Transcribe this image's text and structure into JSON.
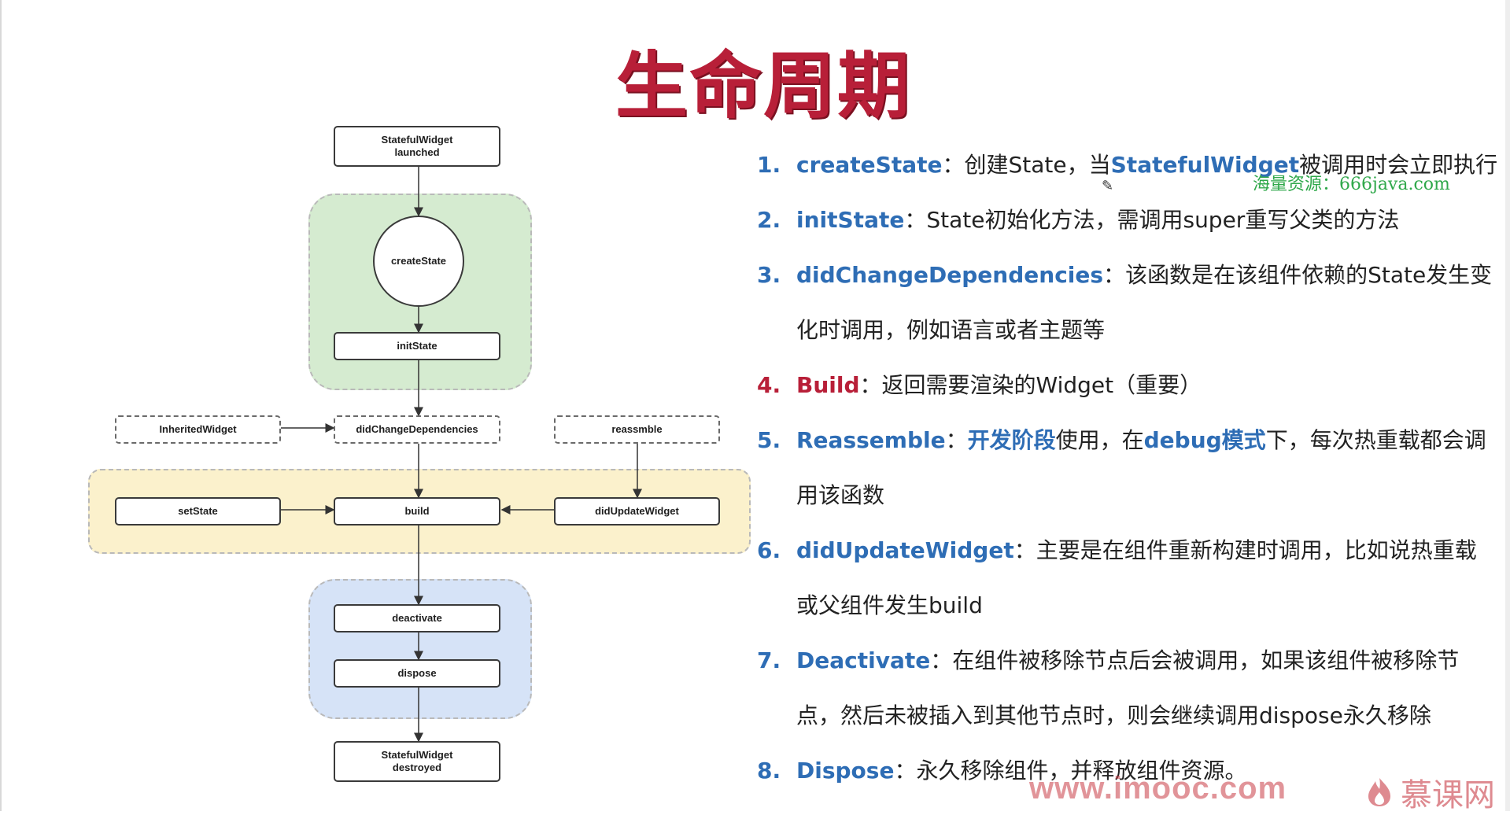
{
  "title": "生命周期",
  "diagram": {
    "nodes": {
      "launched": "StatefulWidget\nlaunched",
      "createState": "createState",
      "initState": "initState",
      "inherited": "InheritedWidget",
      "didChangeDependencies": "didChangeDependencies",
      "reassmble": "reassmble",
      "setState": "setState",
      "build": "build",
      "didUpdateWidget": "didUpdateWidget",
      "deactivate": "deactivate",
      "dispose": "dispose",
      "destroyed": "StatefulWidget\ndestroyed"
    },
    "colors": {
      "green_region": "#d5ebd0",
      "yellow_region": "#fbf1cc",
      "blue_region": "#d6e3f7"
    }
  },
  "items": [
    {
      "num": "1.",
      "name": "createState",
      "sep": "：",
      "text_a": "创建State，当",
      "hl": "StatefulWidget",
      "text_b": "被调用时会立即执行"
    },
    {
      "num": "2.",
      "name": "initState",
      "sep": "：",
      "text": "State初始化方法，需调用super重写父类的方法"
    },
    {
      "num": "3.",
      "name": "didChangeDependencies",
      "sep": "：",
      "text": "该函数是在该组件依赖的State发生变",
      "line2": "化时调用，例如语言或者主题等"
    },
    {
      "num": "4.",
      "name": "Build",
      "sep": "：",
      "text": "返回需要渲染的Widget（重要）"
    },
    {
      "num": "5.",
      "name": "Reassemble",
      "sep": "：",
      "hl1": "开发阶段",
      "t1": "使用，在",
      "hl2": "debug模式",
      "t2": "下，每次热重载都会调",
      "line2": "用该函数"
    },
    {
      "num": "6.",
      "name": "didUpdateWidget",
      "sep": "：",
      "text": "主要是在组件重新构建时调用，比如说热重载",
      "line2": "或父组件发生build"
    },
    {
      "num": "7.",
      "name": "Deactivate",
      "sep": "：",
      "text": "在组件被移除节点后会被调用，如果该组件被移除节",
      "line2": "点，然后未被插入到其他节点时，则会继续调用dispose永久移除"
    },
    {
      "num": "8.",
      "name": "Dispose",
      "sep": "：",
      "text": "永久移除组件，并释放组件资源。"
    }
  ],
  "watermarks": {
    "resource": "海量资源：666java.com",
    "site": "www.imooc.com",
    "logo_text": "慕课网"
  },
  "accent_colors": {
    "title": "#b81f38",
    "keyword": "#2e6db5",
    "build": "#b81f38"
  }
}
